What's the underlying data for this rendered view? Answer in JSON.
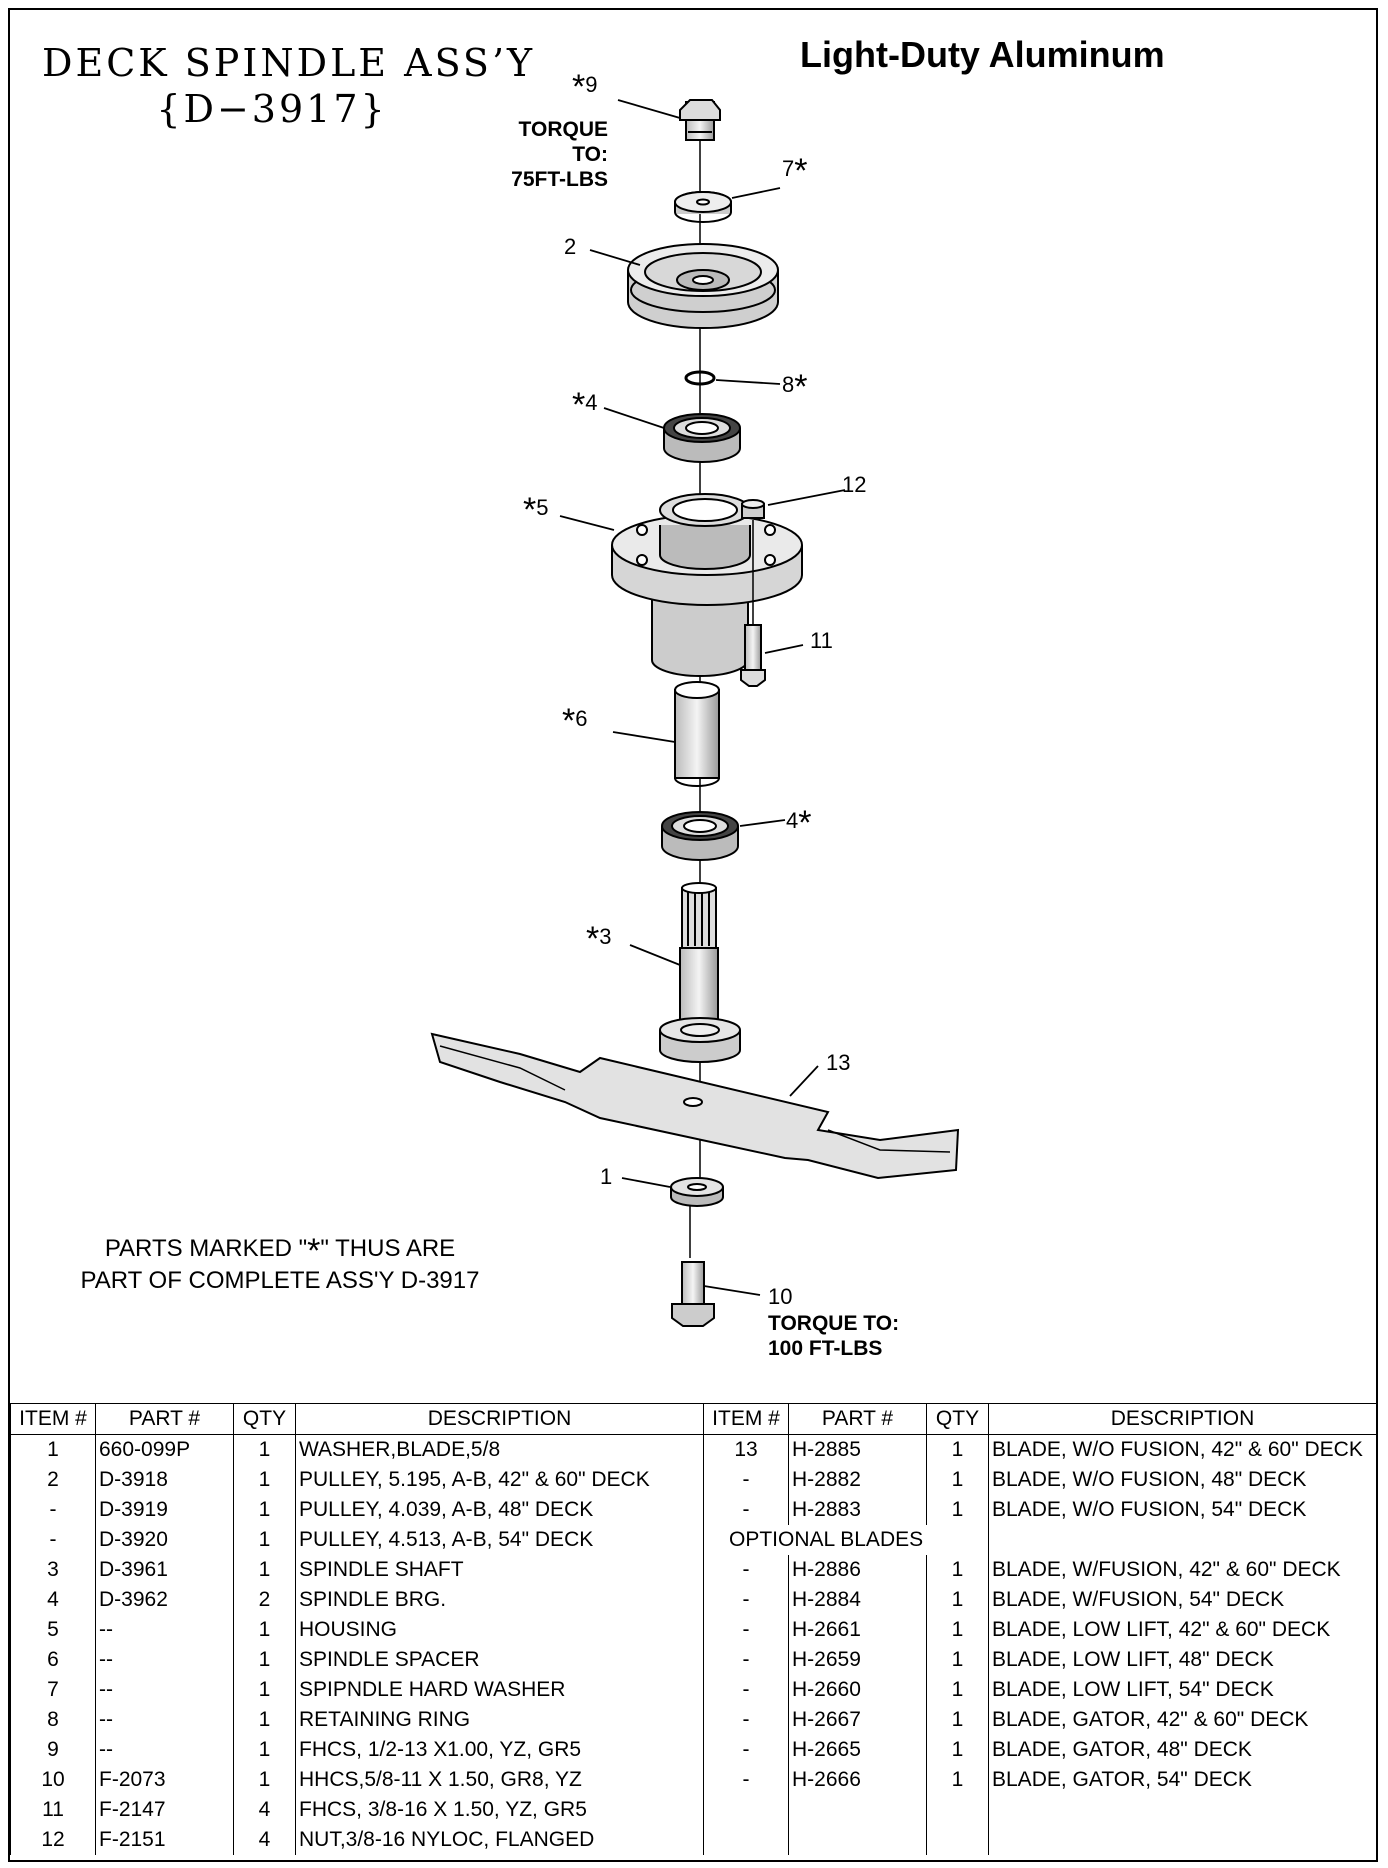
{
  "title_line1": "DECK SPINDLE ASS’Y",
  "title_line2": "{D−3917}",
  "subtitle": "Light-Duty Aluminum",
  "star_symbol": "*",
  "torque_top": {
    "line1": "TORQUE TO:",
    "line2": "75FT-LBS"
  },
  "torque_bottom": {
    "line1": "TORQUE TO:",
    "line2": "100 FT-LBS"
  },
  "callouts": {
    "c9": "9",
    "c7": "7",
    "c2": "2",
    "c8": "8",
    "c4a": "4",
    "c5": "5",
    "c12": "12",
    "c11": "11",
    "c6": "6",
    "c4b": "4",
    "c3": "3",
    "c13": "13",
    "c1": "1",
    "c10": "10"
  },
  "note": {
    "line1_pre": "PARTS MARKED \"",
    "line1_star": "*",
    "line1_post": "\" THUS ARE",
    "line2": "PART OF COMPLETE ASS'Y D-3917"
  },
  "table": {
    "headers": [
      "ITEM #",
      "PART #",
      "QTY",
      "DESCRIPTION",
      "ITEM #",
      "PART #",
      "QTY",
      "DESCRIPTION"
    ],
    "optional_label": "OPTIONAL BLADES",
    "rows": [
      {
        "l": [
          "1",
          "660-099P",
          "1",
          "WASHER,BLADE,5/8"
        ],
        "r": [
          "13",
          "H-2885",
          "1",
          "BLADE, W/O FUSION, 42\" & 60\" DECK"
        ]
      },
      {
        "l": [
          "2",
          "D-3918",
          "1",
          "PULLEY, 5.195, A-B, 42\" & 60\" DECK"
        ],
        "r": [
          "-",
          "H-2882",
          "1",
          "BLADE, W/O FUSION, 48\" DECK"
        ]
      },
      {
        "l": [
          "-",
          "D-3919",
          "1",
          "PULLEY, 4.039, A-B, 48\" DECK"
        ],
        "r": [
          "-",
          "H-2883",
          "1",
          "BLADE, W/O FUSION, 54\" DECK"
        ]
      },
      {
        "l": [
          "-",
          "D-3920",
          "1",
          "PULLEY, 4.513, A-B, 54\" DECK"
        ],
        "r": null
      },
      {
        "l": [
          "3",
          "D-3961",
          "1",
          "SPINDLE SHAFT"
        ],
        "r": [
          "-",
          "H-2886",
          "1",
          "BLADE, W/FUSION, 42\" & 60\" DECK"
        ]
      },
      {
        "l": [
          "4",
          "D-3962",
          "2",
          "SPINDLE BRG."
        ],
        "r": [
          "-",
          "H-2884",
          "1",
          "BLADE, W/FUSION, 54\" DECK"
        ]
      },
      {
        "l": [
          "5",
          "--",
          "1",
          "HOUSING"
        ],
        "r": [
          "-",
          "H-2661",
          "1",
          "BLADE, LOW LIFT, 42\" & 60\" DECK"
        ]
      },
      {
        "l": [
          "6",
          "--",
          "1",
          "SPINDLE SPACER"
        ],
        "r": [
          "-",
          "H-2659",
          "1",
          "BLADE, LOW LIFT, 48\" DECK"
        ]
      },
      {
        "l": [
          "7",
          "--",
          "1",
          "SPIPNDLE HARD WASHER"
        ],
        "r": [
          "-",
          "H-2660",
          "1",
          "BLADE, LOW LIFT, 54\" DECK"
        ]
      },
      {
        "l": [
          "8",
          "--",
          "1",
          "RETAINING RING"
        ],
        "r": [
          "-",
          "H-2667",
          "1",
          "BLADE, GATOR, 42\" & 60\" DECK"
        ]
      },
      {
        "l": [
          "9",
          "--",
          "1",
          "FHCS, 1/2-13 X1.00, YZ, GR5"
        ],
        "r": [
          "-",
          "H-2665",
          "1",
          "BLADE, GATOR, 48\" DECK"
        ]
      },
      {
        "l": [
          "10",
          "F-2073",
          "1",
          "HHCS,5/8-11 X 1.50, GR8, YZ"
        ],
        "r": [
          "-",
          "H-2666",
          "1",
          "BLADE, GATOR, 54\" DECK"
        ]
      },
      {
        "l": [
          "11",
          "F-2147",
          "4",
          "FHCS, 3/8-16 X 1.50, YZ, GR5"
        ],
        "r": [
          "",
          "",
          "",
          ""
        ]
      },
      {
        "l": [
          "12",
          "F-2151",
          "4",
          "NUT,3/8-16 NYLOC, FLANGED"
        ],
        "r": [
          "",
          "",
          "",
          ""
        ]
      }
    ]
  }
}
